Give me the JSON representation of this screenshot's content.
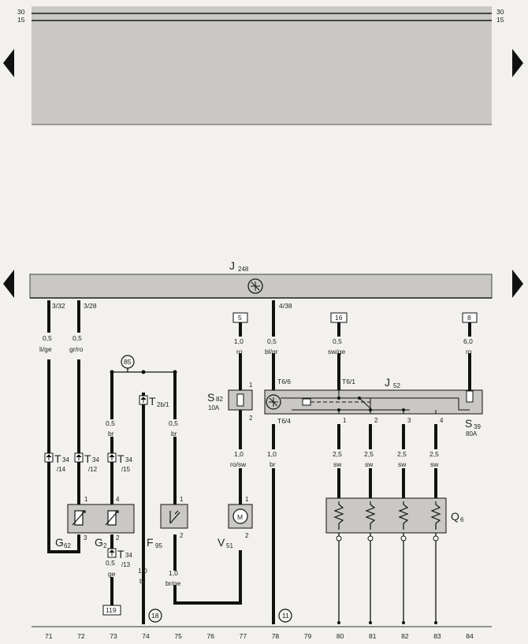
{
  "top_rails": {
    "rail_30": "30",
    "rail_15": "15"
  },
  "module_label": "J",
  "module_label_sub": "248",
  "module_pins": {
    "p1": "3/32",
    "p2": "3/28",
    "p3": "4/38"
  },
  "wires": {
    "w71_size": "0,5",
    "w71_color": "li/ge",
    "w72_size": "0,5",
    "w72_color": "gr/ro",
    "w73_size": "0,5",
    "w73_color": "br",
    "w73b_size": "0,5",
    "w73b_color": "ge",
    "w74_size": "1,0",
    "w74_color": "br",
    "w75_size": "0,5",
    "w75_color": "br",
    "w75b_size": "1,0",
    "w75b_color": "br/ge",
    "w77_size": "1,0",
    "w77_color": "ro",
    "w77b_size": "1,0",
    "w77b_color": "ro/sw",
    "w78_size": "0,5",
    "w78_color": "bl/gr",
    "w78b_size": "1,0",
    "w78b_color": "br",
    "w80_size": "0,5",
    "w80_color": "sw/ge",
    "w84_size": "6,0",
    "w84_color": "ro",
    "q_size": "2,5",
    "q_color": "sw"
  },
  "boxes": {
    "b77": "5",
    "b80": "16",
    "b84": "8",
    "b73": "119"
  },
  "circles": {
    "c85": "85",
    "c18": "18",
    "c11": "11"
  },
  "connectors": {
    "t34": "T",
    "t34_14": "34",
    "t34_14b": "/14",
    "t34_12": "34",
    "t34_12b": "/12",
    "t34_15": "34",
    "t34_15b": "/15",
    "t34_13": "34",
    "t34_13b": "/13",
    "t2b": "T",
    "t2b_sub": "2b/1",
    "t6_6": "T6/6",
    "t6_4": "T6/4",
    "t6_1": "T6/1"
  },
  "components": {
    "g62": "G",
    "g62_sub": "62",
    "g2": "G",
    "g2_sub": "2",
    "f95": "F",
    "f95_sub": "95",
    "v51": "V",
    "v51_sub": "51",
    "s82": "S",
    "s82_sub": "82",
    "s82_amp": "10A",
    "j52": "J",
    "j52_sub": "52",
    "s39": "S",
    "s39_sub": "39",
    "s39_amp": "80A",
    "q6": "Q",
    "q6_sub": "6",
    "motor": "M"
  },
  "pins": {
    "one": "1",
    "two": "2",
    "three": "3",
    "four": "4"
  },
  "track_numbers": [
    "71",
    "72",
    "73",
    "74",
    "75",
    "76",
    "77",
    "78",
    "79",
    "80",
    "81",
    "82",
    "83",
    "84"
  ],
  "colors": {
    "ink": "#1a1a1a",
    "panel": "#c9c8c4",
    "paper": "#f2f1ee"
  }
}
